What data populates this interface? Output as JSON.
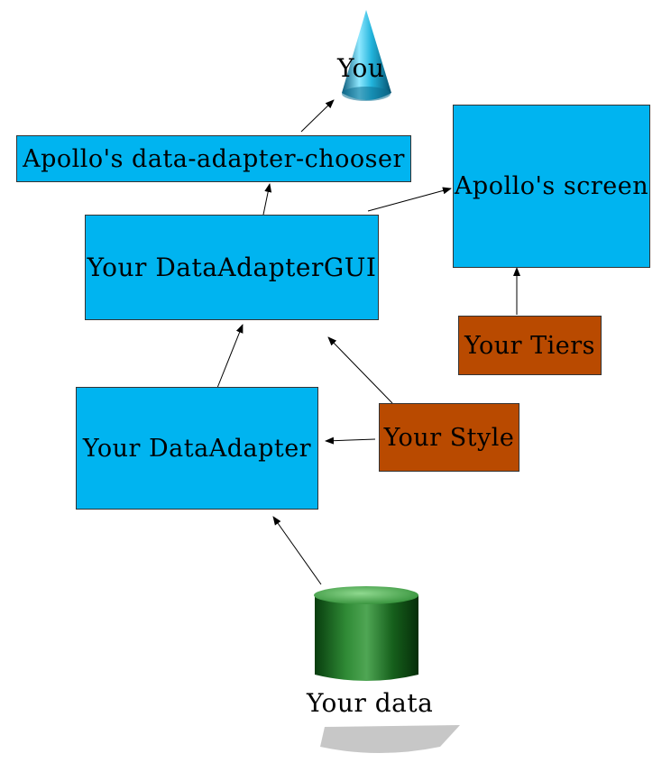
{
  "colors": {
    "component": "#00b4f0",
    "custom": "#b94a00",
    "arrow": "#000000"
  },
  "icons": {
    "user": "cone-icon",
    "data": "database-cylinder-icon"
  },
  "nodes": {
    "you": "You",
    "chooser": "Apollo's data-adapter-chooser",
    "screen": "Apollo's screen",
    "gui": "Your DataAdapterGUI",
    "tiers": "Your Tiers",
    "adapter": "Your DataAdapter",
    "style": "Your Style",
    "data": "Your data"
  }
}
